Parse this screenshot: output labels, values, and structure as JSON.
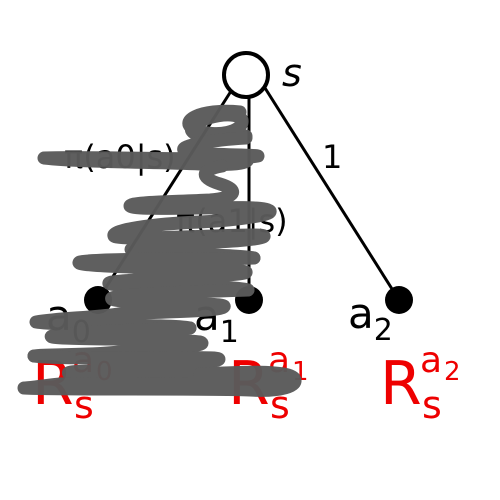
{
  "diagram": {
    "root_label": "s",
    "edge_labels": {
      "a0": "π(a0|s)",
      "a1": "π(a1|s)",
      "a2": "1"
    },
    "action_labels": {
      "a0": {
        "base": "a",
        "sub": "0"
      },
      "a1": {
        "base": "a",
        "sub": "1"
      },
      "a2": {
        "base": "a",
        "sub": "2"
      }
    },
    "reward_labels": {
      "a0": {
        "base": "R",
        "sub": "s",
        "sup_base": "a",
        "sup_sub": "0"
      },
      "a1": {
        "base": "R",
        "sub": "s",
        "sup_base": "a",
        "sup_sub": "1"
      },
      "a2": {
        "base": "R",
        "sub": "s",
        "sup_base": "a",
        "sup_sub": "2"
      }
    },
    "colors": {
      "line": "#000000",
      "reward": "#ee0000",
      "scribble": "#5a5a5a",
      "root_fill": "#ffffff"
    }
  }
}
